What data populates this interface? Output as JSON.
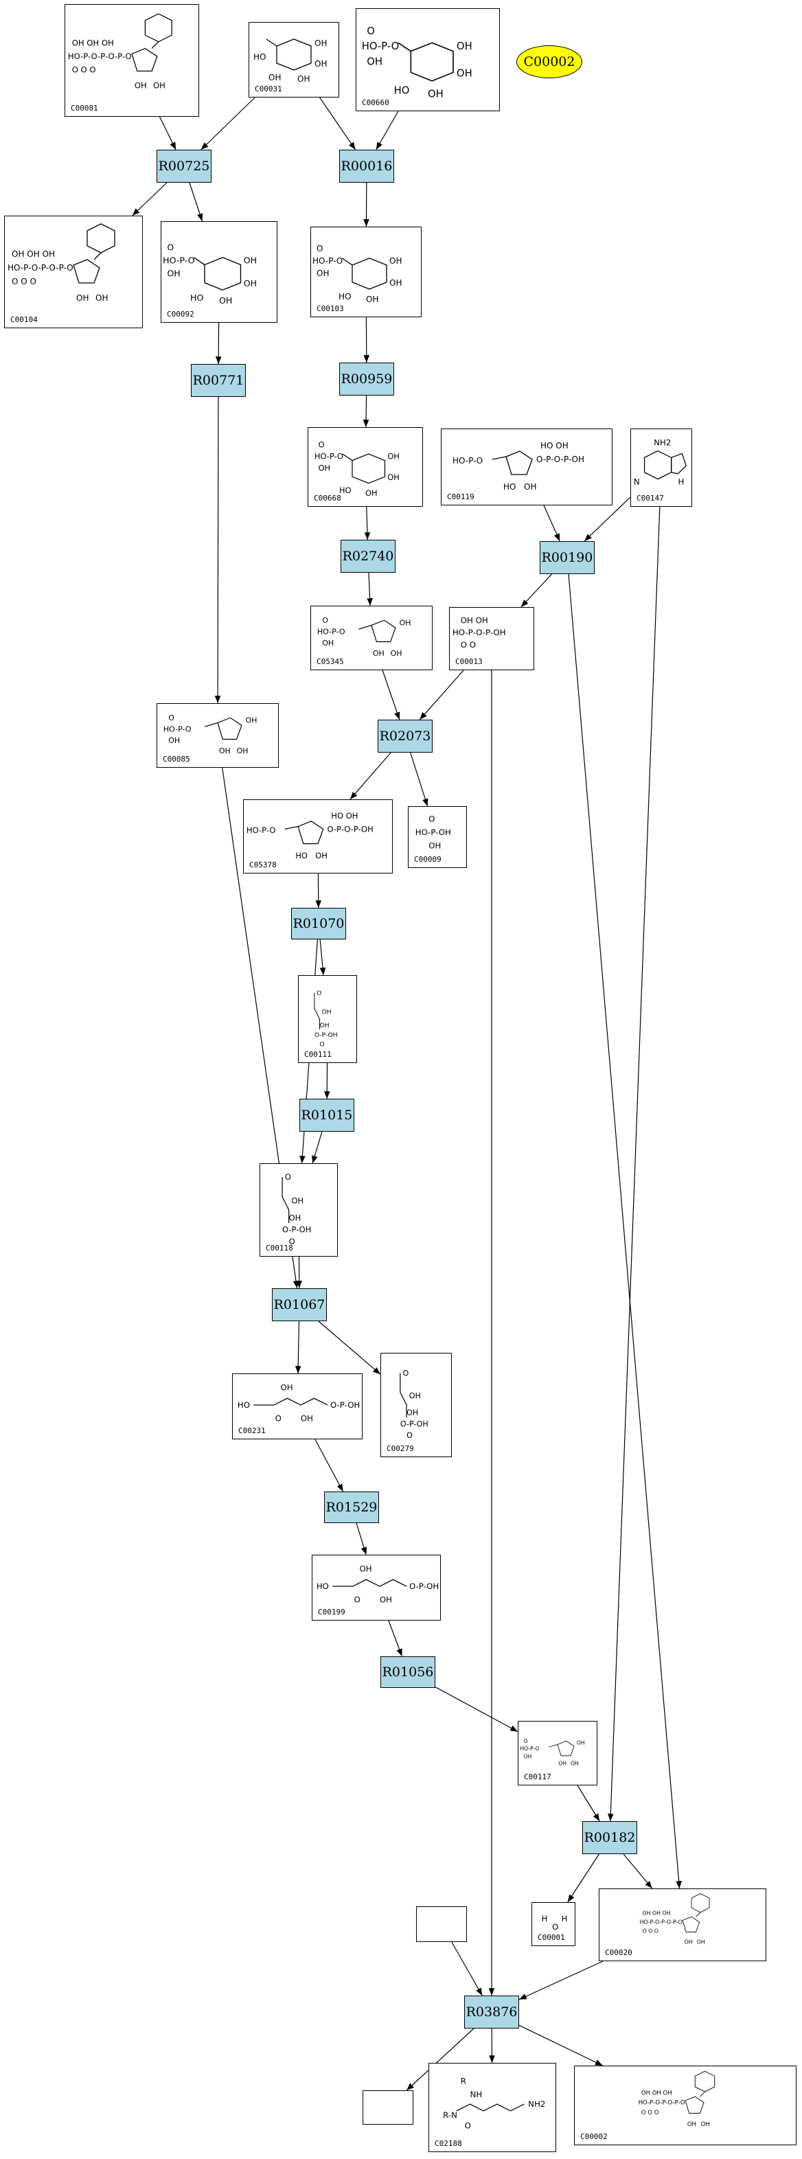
{
  "diagram": {
    "compounds": [
      {
        "key": "c00081",
        "id": "C00081",
        "shape": "nucleotide"
      },
      {
        "key": "c00031",
        "id": "C00031",
        "shape": "pyranose"
      },
      {
        "key": "c00660",
        "id": "C00660",
        "shape": "pyranose-p"
      },
      {
        "key": "c00104",
        "id": "C00104",
        "shape": "nucleotide"
      },
      {
        "key": "c00092",
        "id": "C00092",
        "shape": "pyranose-p"
      },
      {
        "key": "c00103",
        "id": "C00103",
        "shape": "pyranose-p"
      },
      {
        "key": "c00668",
        "id": "C00668",
        "shape": "pyranose-p"
      },
      {
        "key": "c00119",
        "id": "C00119",
        "shape": "furanose-pp"
      },
      {
        "key": "c00147",
        "id": "C00147",
        "shape": "adenine"
      },
      {
        "key": "c05345",
        "id": "C05345",
        "shape": "furanose-p"
      },
      {
        "key": "c00013",
        "id": "C00013",
        "shape": "diphosphate"
      },
      {
        "key": "c00085",
        "id": "C00085",
        "shape": "furanose-p"
      },
      {
        "key": "c05378",
        "id": "C05378",
        "shape": "furanose-pp"
      },
      {
        "key": "c00009",
        "id": "C00009",
        "shape": "phosphate"
      },
      {
        "key": "c00111",
        "id": "C00111",
        "shape": "triose-p"
      },
      {
        "key": "c00118",
        "id": "C00118",
        "shape": "triose-p"
      },
      {
        "key": "c00231",
        "id": "C00231",
        "shape": "chain-p"
      },
      {
        "key": "c00279",
        "id": "C00279",
        "shape": "triose-p"
      },
      {
        "key": "c00199",
        "id": "C00199",
        "shape": "chain-p"
      },
      {
        "key": "c00117",
        "id": "C00117",
        "shape": "furanose-p"
      },
      {
        "key": "c00001",
        "id": "C00001",
        "shape": "water"
      },
      {
        "key": "c00020",
        "id": "C00020",
        "shape": "nucleotide"
      },
      {
        "key": "c02188",
        "id": "C02188",
        "shape": "lysine"
      },
      {
        "key": "c00002",
        "id": "C00002",
        "shape": "nucleotide"
      },
      {
        "key": "blank1",
        "id": "",
        "shape": "empty"
      },
      {
        "key": "blank2",
        "id": "",
        "shape": "empty"
      }
    ],
    "reactions": [
      {
        "key": "r00725",
        "label": "R00725"
      },
      {
        "key": "r00016",
        "label": "R00016"
      },
      {
        "key": "r00771",
        "label": "R00771"
      },
      {
        "key": "r00959",
        "label": "R00959"
      },
      {
        "key": "r02740",
        "label": "R02740"
      },
      {
        "key": "r00190",
        "label": "R00190"
      },
      {
        "key": "r02073",
        "label": "R02073"
      },
      {
        "key": "r01070",
        "label": "R01070"
      },
      {
        "key": "r01015",
        "label": "R01015"
      },
      {
        "key": "r01067",
        "label": "R01067"
      },
      {
        "key": "r01529",
        "label": "R01529"
      },
      {
        "key": "r01056",
        "label": "R01056"
      },
      {
        "key": "r00182",
        "label": "R00182"
      },
      {
        "key": "r03876",
        "label": "R03876"
      }
    ],
    "highlight": {
      "key": "c00002-oval",
      "label": "C00002",
      "color": "#ffff00"
    },
    "reaction_color": "#add8e6",
    "edges": [
      [
        "c00081",
        "r00725"
      ],
      [
        "c00031",
        "r00725"
      ],
      [
        "c00031",
        "r00016"
      ],
      [
        "c00660",
        "r00016"
      ],
      [
        "r00725",
        "c00104"
      ],
      [
        "r00725",
        "c00092"
      ],
      [
        "r00016",
        "c00103"
      ],
      [
        "c00092",
        "r00771"
      ],
      [
        "c00103",
        "r00959"
      ],
      [
        "r00771",
        "c00085"
      ],
      [
        "r00959",
        "c00668"
      ],
      [
        "c00668",
        "r02740"
      ],
      [
        "r02740",
        "c05345"
      ],
      [
        "c00119",
        "r00190"
      ],
      [
        "c00147",
        "r00190"
      ],
      [
        "r00190",
        "c00013"
      ],
      [
        "c05345",
        "r02073"
      ],
      [
        "c00013",
        "r02073"
      ],
      [
        "r02073",
        "c05378"
      ],
      [
        "r02073",
        "c00009"
      ],
      [
        "c05378",
        "r01070"
      ],
      [
        "r01070",
        "c00111"
      ],
      [
        "r01070",
        "c00118"
      ],
      [
        "c00111",
        "r01015"
      ],
      [
        "r01015",
        "c00118"
      ],
      [
        "c00118",
        "r01067"
      ],
      [
        "c00085",
        "r01067"
      ],
      [
        "r01067",
        "c00231"
      ],
      [
        "r01067",
        "c00279"
      ],
      [
        "c00231",
        "r01529"
      ],
      [
        "r01529",
        "c00199"
      ],
      [
        "c00199",
        "r01056"
      ],
      [
        "r01056",
        "c00117"
      ],
      [
        "c00117",
        "r00182"
      ],
      [
        "c00147",
        "r00182"
      ],
      [
        "r00182",
        "c00001"
      ],
      [
        "r00182",
        "c00020"
      ],
      [
        "r00190",
        "c00020"
      ],
      [
        "c00013",
        "r03876"
      ],
      [
        "blank1",
        "r03876"
      ],
      [
        "c00020",
        "r03876"
      ],
      [
        "r03876",
        "blank2"
      ],
      [
        "r03876",
        "c02188"
      ],
      [
        "r03876",
        "c00002"
      ]
    ]
  }
}
